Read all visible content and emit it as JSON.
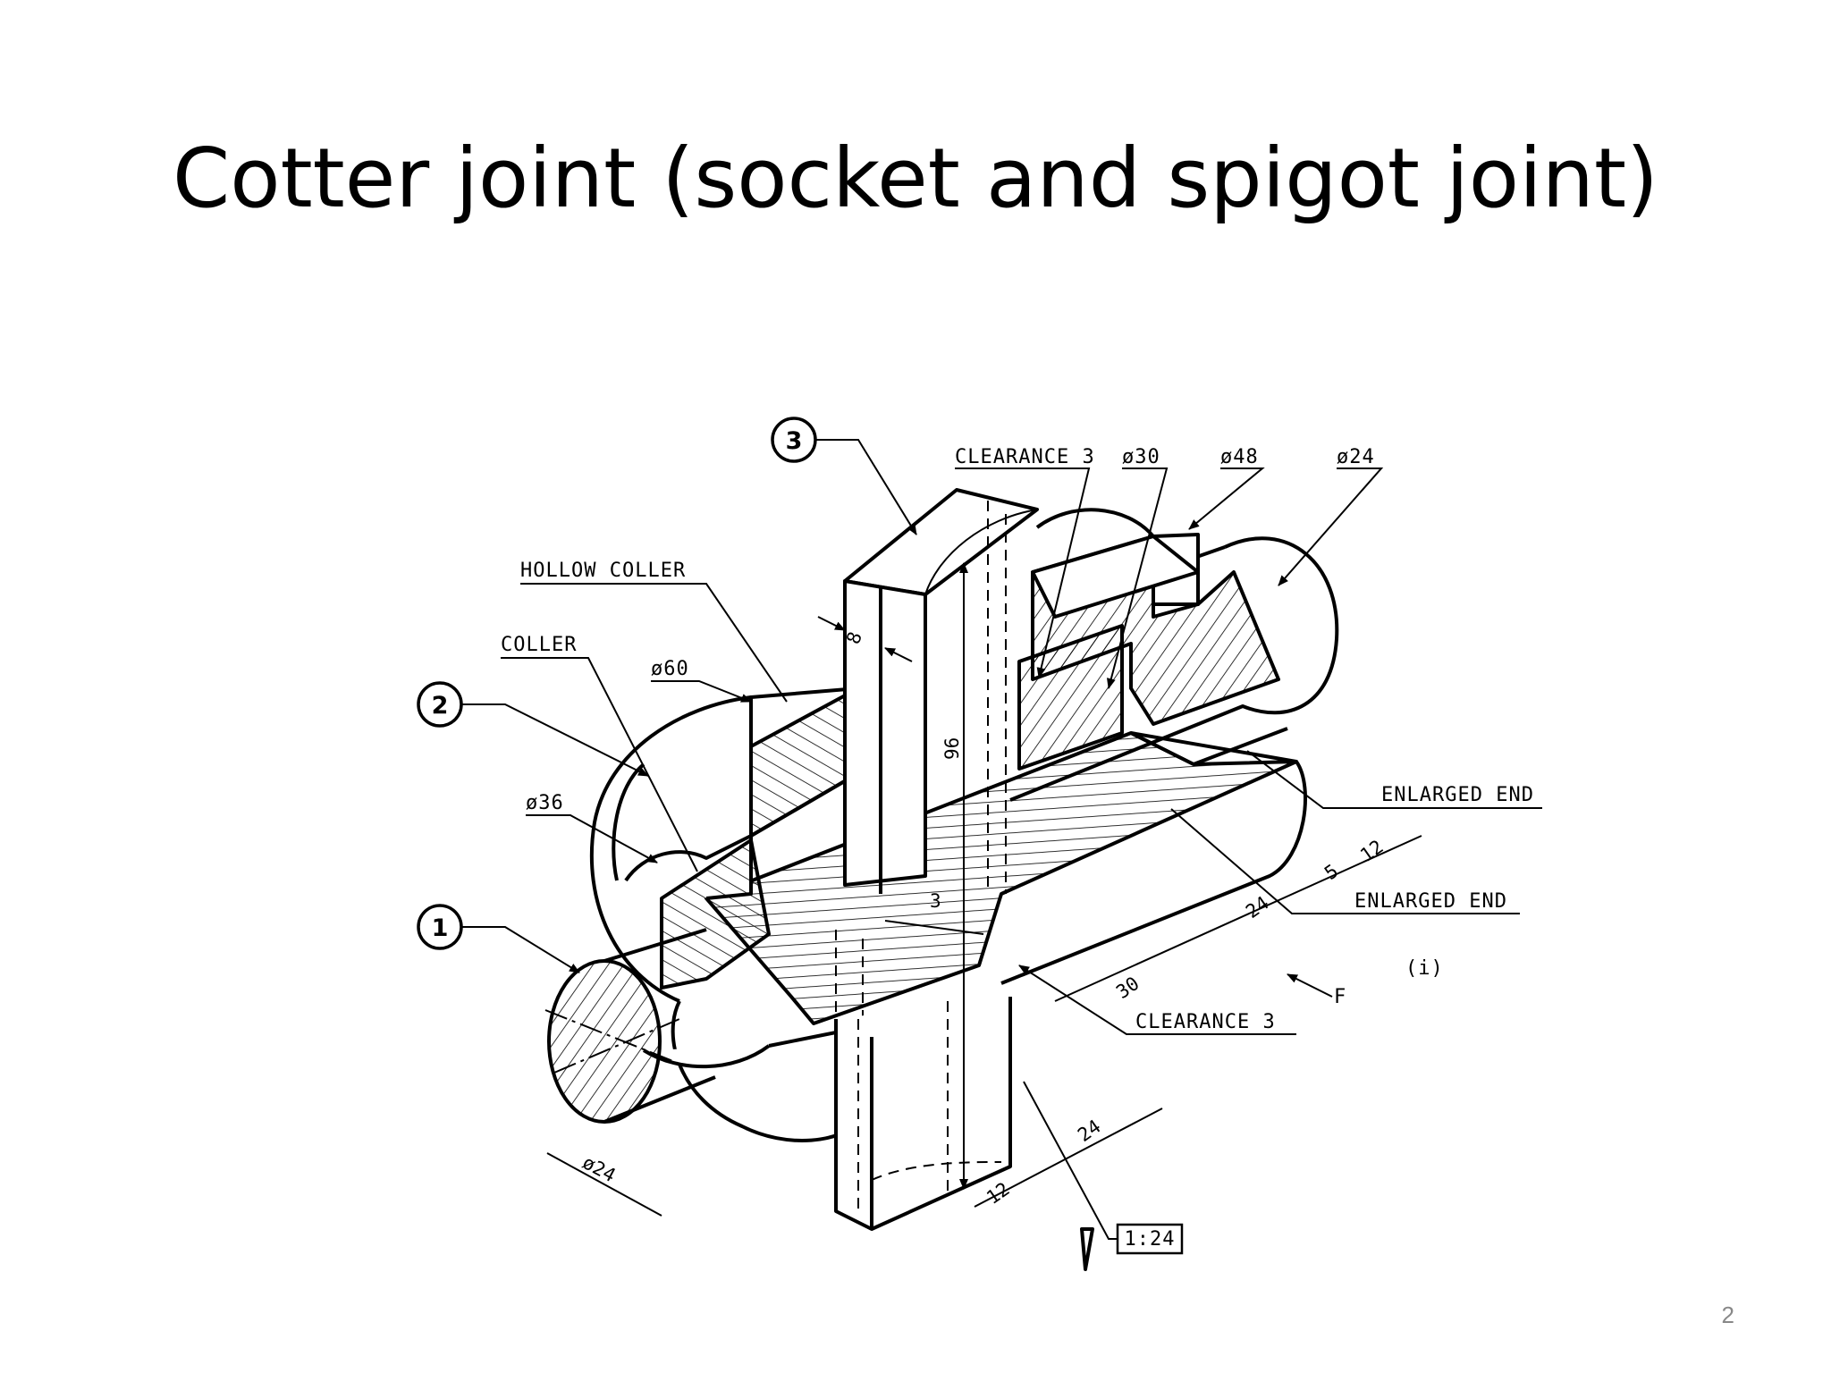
{
  "slide": {
    "title": "Cotter joint (socket and spigot joint)",
    "page_number": "2"
  },
  "diagram": {
    "part_balloons": [
      "1",
      "2",
      "3"
    ],
    "labels": {
      "hollow_coller": "HOLLOW COLLER",
      "coller": "COLLER",
      "dia_60": "ø60",
      "dia_36": "ø36",
      "dia_24_left": "ø24",
      "clearance_top": "CLEARANCE 3",
      "dia_30": "ø30",
      "dia_48": "ø48",
      "dia_24_right": "ø24",
      "enlarged_end_1": "ENLARGED END",
      "enlarged_end_2": "ENLARGED END",
      "clearance_bottom": "CLEARANCE 3",
      "view_id": "(i)",
      "view_direction": "F",
      "taper": "1:24"
    },
    "dimensions": {
      "cotter_thickness": "8",
      "cotter_length": "96",
      "gap": "3",
      "d_12_a": "12",
      "d_5": "5",
      "d_24_a": "24",
      "d_30": "30",
      "d_24_b": "24",
      "d_12_b": "12"
    }
  }
}
